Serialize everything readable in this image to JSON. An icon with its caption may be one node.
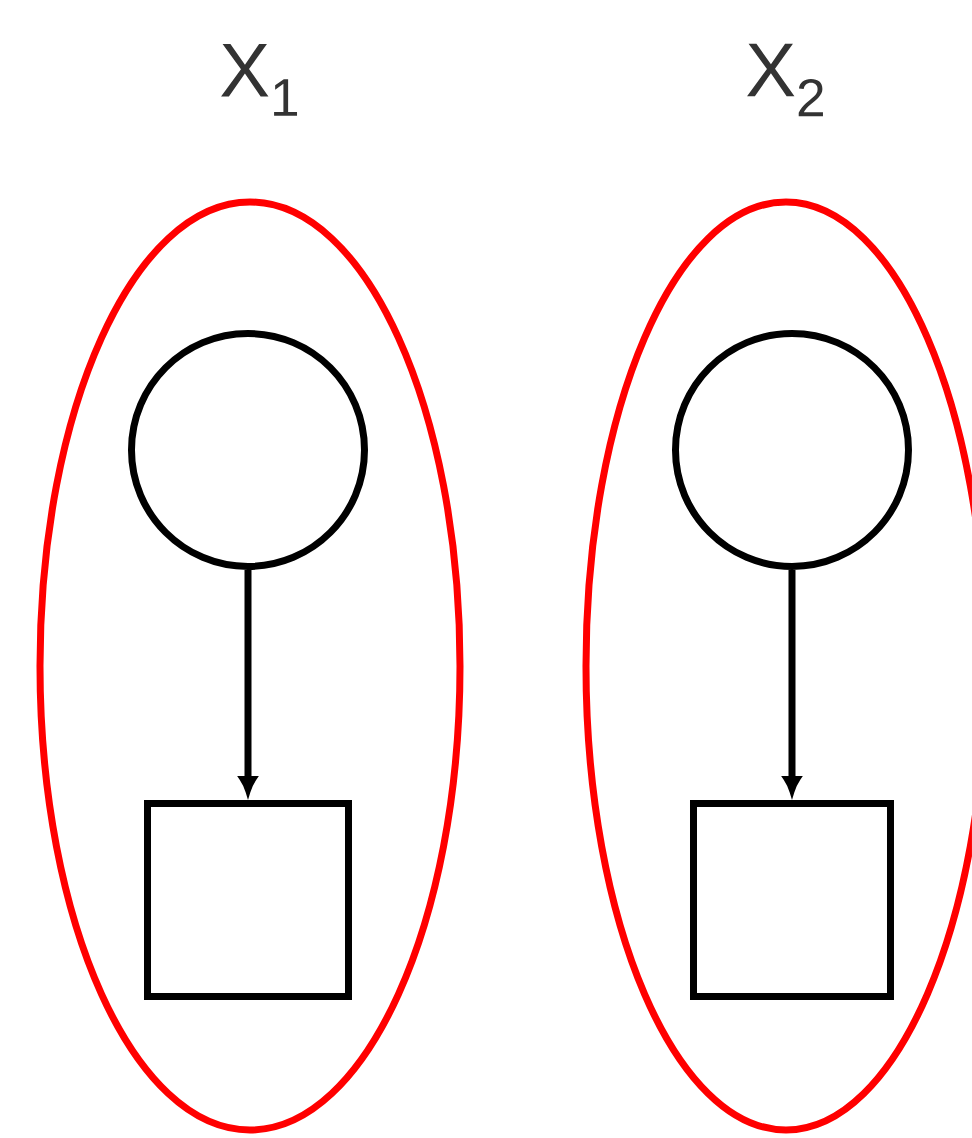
{
  "diagram": {
    "nodes": [
      {
        "text": [
          "X$_{1}$"
        ]
      },
      {
        "text": [],
        "shape": "circle",
        "in": 0
      },
      {
        "text": [],
        "shape": "box",
        "in": 0
      },
      {
        "text": [
          "X$_{2}$"
        ]
      },
      {
        "text": [],
        "shape": "circle",
        "in": 3
      },
      {
        "text": [],
        "shape": "box",
        "in": 3
      }
    ],
    "edges": [
      {
        "from": 1,
        "to": 2,
        "arrow": "to"
      },
      {
        "from": 4,
        "to": 5,
        "arrow": "to"
      }
    ]
  }
}
